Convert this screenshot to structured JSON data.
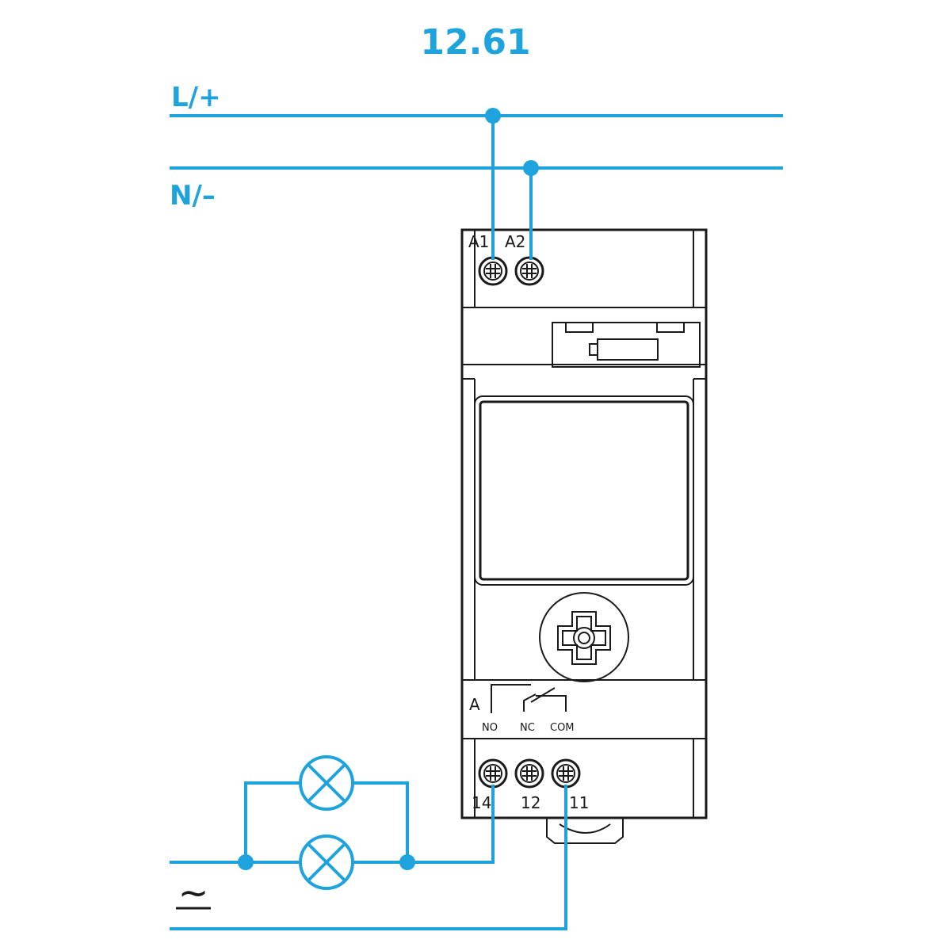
{
  "title": "12.61",
  "lines": {
    "line_label": "L/+",
    "neutral_label": "N/–",
    "ac_symbol": "~"
  },
  "terminals_top": [
    "A1",
    "A2"
  ],
  "terminals_bottom": [
    "14",
    "12",
    "11"
  ],
  "contact_label": "A",
  "contact_terms": [
    "NO",
    "NC",
    "COM"
  ],
  "colors": {
    "wire": "#1fa3dd",
    "outline": "#1a1a1a"
  }
}
